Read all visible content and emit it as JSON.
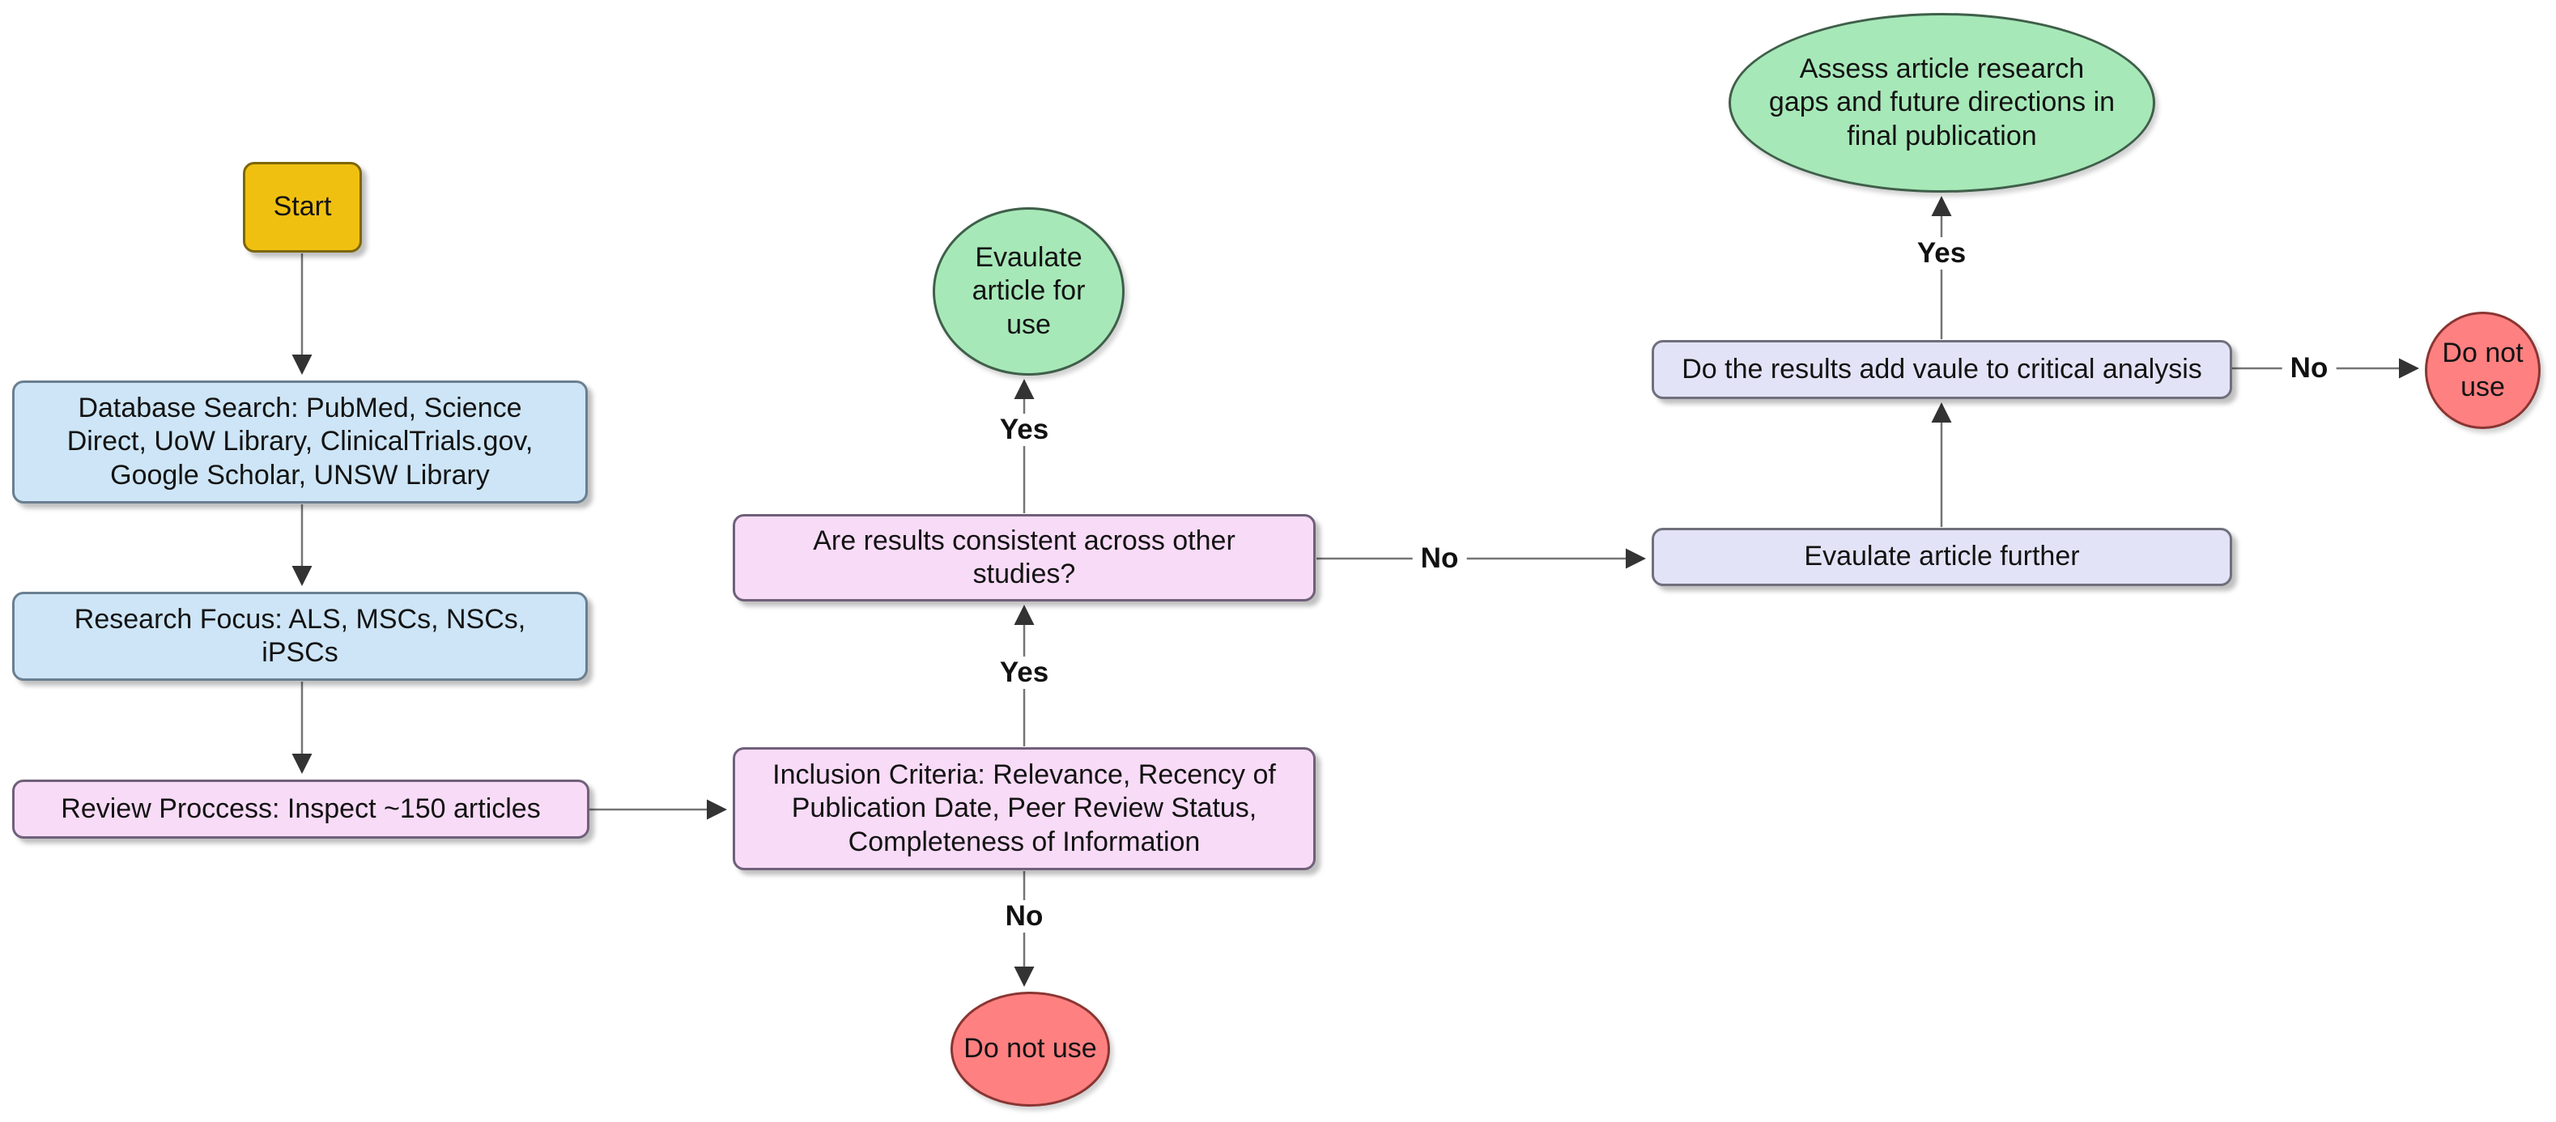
{
  "diagram": {
    "type": "flowchart",
    "nodes": {
      "start": {
        "label": "Start",
        "shape": "rectangle",
        "fill": "#F0C011"
      },
      "database_search": {
        "label": "Database Search: PubMed, Science\nDirect, UoW Library, ClinicalTrials.gov,\nGoogle Scholar, UNSW Library",
        "shape": "rectangle",
        "fill": "#CDE5F6"
      },
      "research_focus": {
        "label": "Research Focus: ALS, MSCs, NSCs,\niPSCs",
        "shape": "rectangle",
        "fill": "#CDE5F6"
      },
      "review_process": {
        "label": "Review Proccess: Inspect ~150 articles",
        "shape": "rectangle",
        "fill": "#F8DBF7"
      },
      "inclusion_criteria": {
        "label": "Inclusion Criteria: Relevance, Recency of\nPublication Date, Peer Review Status,\nCompleteness of Information",
        "shape": "rectangle",
        "fill": "#F8DBF7"
      },
      "consistency_check": {
        "label": "Are results consistent across other\nstudies?",
        "shape": "rectangle",
        "fill": "#F8DBF7"
      },
      "evaluate_article_for_use": {
        "label": "Evaulate\narticle for use",
        "shape": "ellipse",
        "fill": "#A7E8B8"
      },
      "do_not_use_bottom": {
        "label": "Do not use",
        "shape": "ellipse",
        "fill": "#FF8081"
      },
      "evaluate_article_further": {
        "label": "Evaulate article further",
        "shape": "rectangle",
        "fill": "#E3E3F7"
      },
      "results_add_value": {
        "label": "Do the results add vaule to critical analysis",
        "shape": "rectangle",
        "fill": "#E3E3F7"
      },
      "assess_research_gaps": {
        "label": "Assess article research\ngaps and future directions in\nfinal publication",
        "shape": "ellipse",
        "fill": "#A7E8B8"
      },
      "do_not_use_right": {
        "label": "Do not\nuse",
        "shape": "ellipse",
        "fill": "#FF8081"
      }
    },
    "edge_labels": {
      "yes_consistency_to_evaluate": "Yes",
      "yes_inclusion_to_consistency": "Yes",
      "no_inclusion_to_do_not_use": "No",
      "no_consistency_to_evaluate_further": "No",
      "yes_results_to_assess": "Yes",
      "no_results_to_do_not_use": "No"
    },
    "colors": {
      "start_fill": "#F0C011",
      "start_border": "#7D6608",
      "blue_fill": "#CDE5F6",
      "blue_border": "#6A7F91",
      "pink_fill": "#F8DBF7",
      "pink_border": "#70607A",
      "lavender_fill": "#E3E3F7",
      "lavender_border": "#6F6F7D",
      "green_fill": "#A7E8B8",
      "green_border": "#3F5F4A",
      "red_fill": "#FF8081",
      "red_border": "#8A3532",
      "connector_line": "#757575",
      "arrowhead": "#333333",
      "text": "#131313",
      "background": "#FFFFFF"
    }
  }
}
